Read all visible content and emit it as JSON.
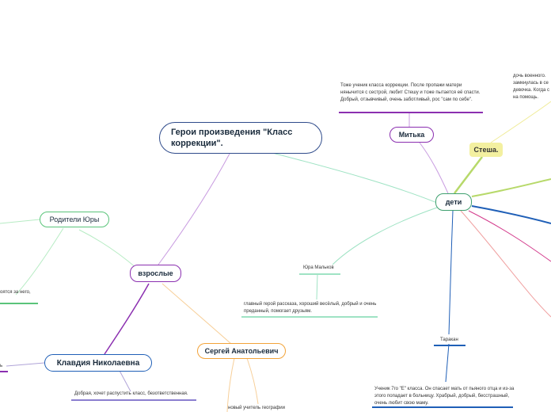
{
  "colors": {
    "central_border": "#2f4b8b",
    "deti_border": "#3fa06f",
    "vzroslye_border": "#8b2fb0",
    "klavdiya_border": "#1f5fb7",
    "sergey_border": "#f2a33a",
    "mitka_border": "#8b2fb0",
    "roditeli_border": "#5ac47a",
    "steshka_fill": "#f3f0a0"
  },
  "central": {
    "title": "Герои произведения \"Класс коррекции\"."
  },
  "nodes": {
    "deti": "дети",
    "vzroslye": "взрослые",
    "roditeli": "Родители Юры",
    "klavdiya": "Клавдия Николаевна",
    "sergey": "Сергей Анатольевич",
    "mitka": "Митька",
    "steshka": "Стеша.",
    "yura": "Юра Мальков",
    "tarakan": "Таракан"
  },
  "notes": {
    "mitka": "Тоже ученик класса коррекции. После пропажи матери нянычится с сестрой, любит Стешу и тоже пытается её спасти. Добрый, отзывчивый, очень заботливый, рос \"сам по себе\".",
    "steshka": "дочь военного. замкнулась в се девочка. Когда с на помощь.",
    "yura": "главный герой рассказа, хороший весёлый, добрый и очень преданный, помогает друзьям.",
    "tarakan": "Ученик 7го \"Е\" класса. Он спасает мать от пьяного отца и из-за этого попадает в больницу. Храбрый, добрый, бесстрашный, очень любит свою маму.",
    "klavdiya": "Добрая, хочет распустить класс, безответственная.",
    "sergey": "новый учитель географии",
    "roditeli": "оятся за него,",
    "left_fragment": "ь"
  }
}
